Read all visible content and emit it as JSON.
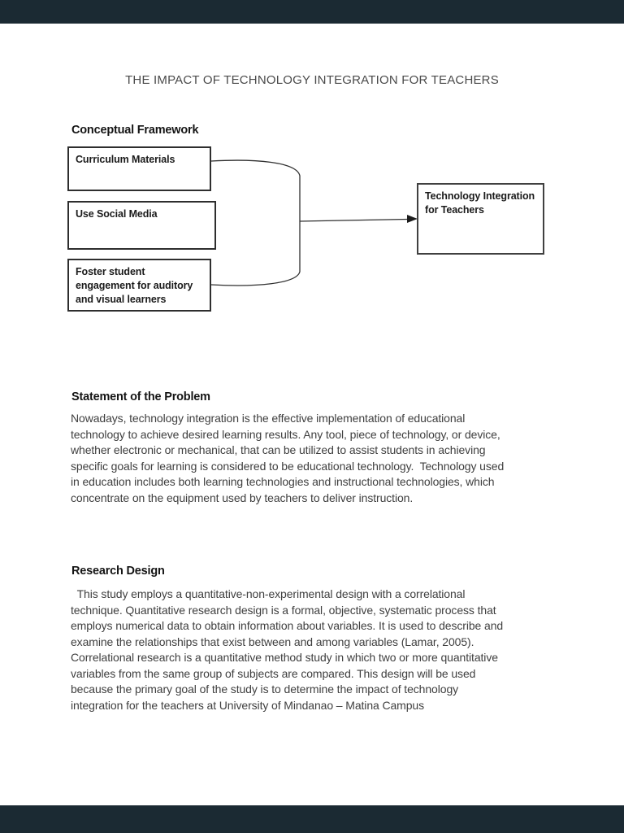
{
  "colors": {
    "viewer_bar": "#1b2a33",
    "page_background": "#ffffff",
    "body_text": "#3f3f3f",
    "heading_text": "#141414",
    "box_border": "#2e2e2e"
  },
  "document": {
    "title": "THE IMPACT OF TECHNOLOGY INTEGRATION FOR TEACHERS",
    "conceptual_framework": {
      "heading": "Conceptual Framework",
      "input_boxes": [
        "Curriculum Materials",
        "Use Social Media",
        "Foster student engagement for auditory and visual learners"
      ],
      "output_box": "Technology Integration for Teachers"
    },
    "statement_of_problem": {
      "heading": "Statement of the Problem",
      "lines": [
        "Nowadays, technology integration is the effective implementation of educational",
        "technology to achieve desired learning results. Any tool, piece of technology, or device,",
        "whether electronic or mechanical, that can be utilized to assist students in achieving",
        "specific goals for learning is considered to be educational technology.  Technology used",
        "in education includes both learning technologies and instructional technologies, which",
        "concentrate on the equipment used by teachers to deliver instruction."
      ]
    },
    "research_design": {
      "heading": "Research Design",
      "lines": [
        "  This study employs a quantitative-non-experimental design with a correlational",
        "technique. Quantitative research design is a formal, objective, systematic process that",
        "employs numerical data to obtain information about variables. It is used to describe and",
        "examine the relationships that exist between and among variables (Lamar, 2005).",
        "Correlational research is a quantitative method study in which two or more quantitative",
        "variables from the same group of subjects are compared. This design will be used",
        "because the primary goal of the study is to determine the impact of technology",
        "integration for the teachers at University of Mindanao – Matina Campus"
      ]
    }
  }
}
